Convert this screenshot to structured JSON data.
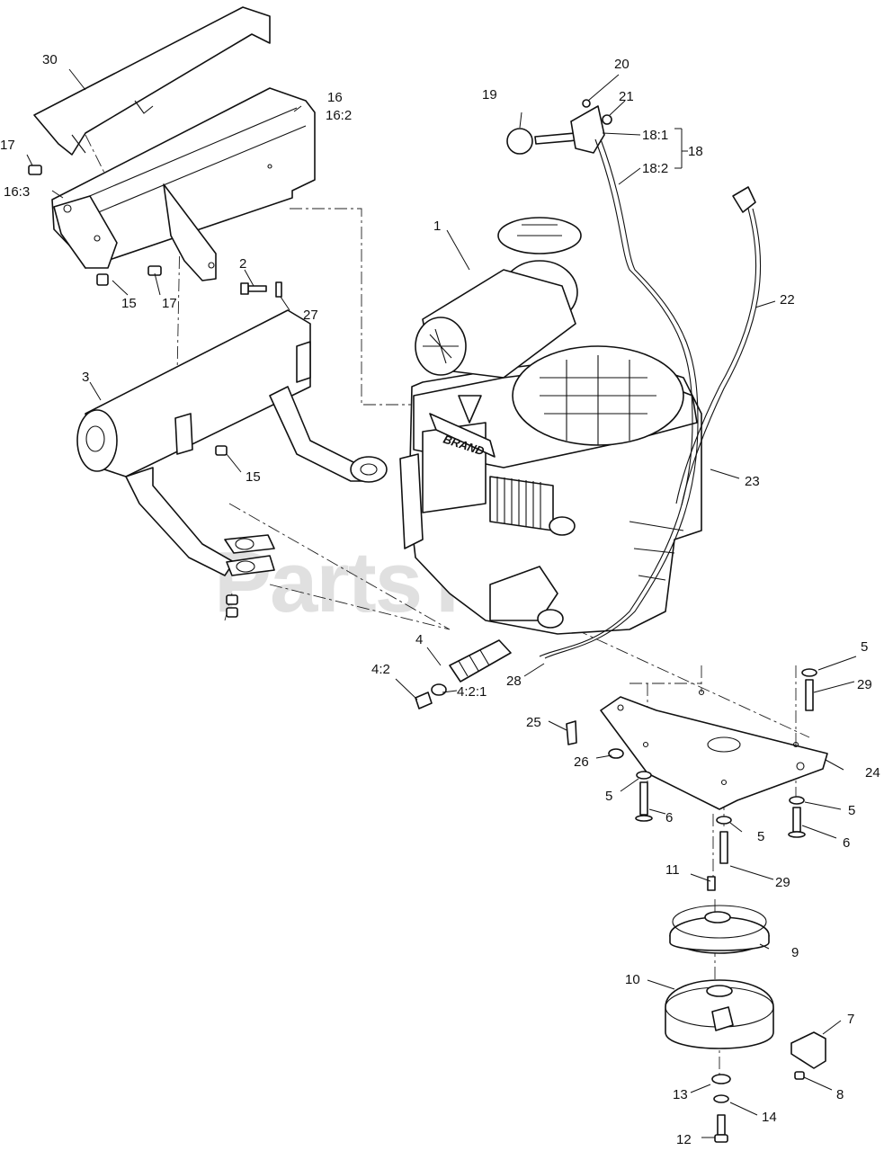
{
  "watermark": "PartsTree",
  "engine_badge": "BRAND",
  "callouts": {
    "c1": "1",
    "c2": "2",
    "c3": "3",
    "c4": "4",
    "c4_2": "4:2",
    "c4_2_1": "4:2:1",
    "c5a": "5",
    "c5b": "5",
    "c5c": "5",
    "c5d": "5",
    "c6a": "6",
    "c6b": "6",
    "c7": "7",
    "c8": "8",
    "c9": "9",
    "c10": "10",
    "c11": "11",
    "c12": "12",
    "c13": "13",
    "c14": "14",
    "c15a": "15",
    "c15b": "15",
    "c16": "16",
    "c16_2": "16:2",
    "c16_3": "16:3",
    "c17a": "17",
    "c17b": "17",
    "c18": "18",
    "c18_1": "18:1",
    "c18_2": "18:2",
    "c19": "19",
    "c20": "20",
    "c21": "21",
    "c22": "22",
    "c23": "23",
    "c24": "24",
    "c25": "25",
    "c26": "26",
    "c27": "27",
    "c28": "28",
    "c29a": "29",
    "c29b": "29",
    "c30": "30"
  }
}
